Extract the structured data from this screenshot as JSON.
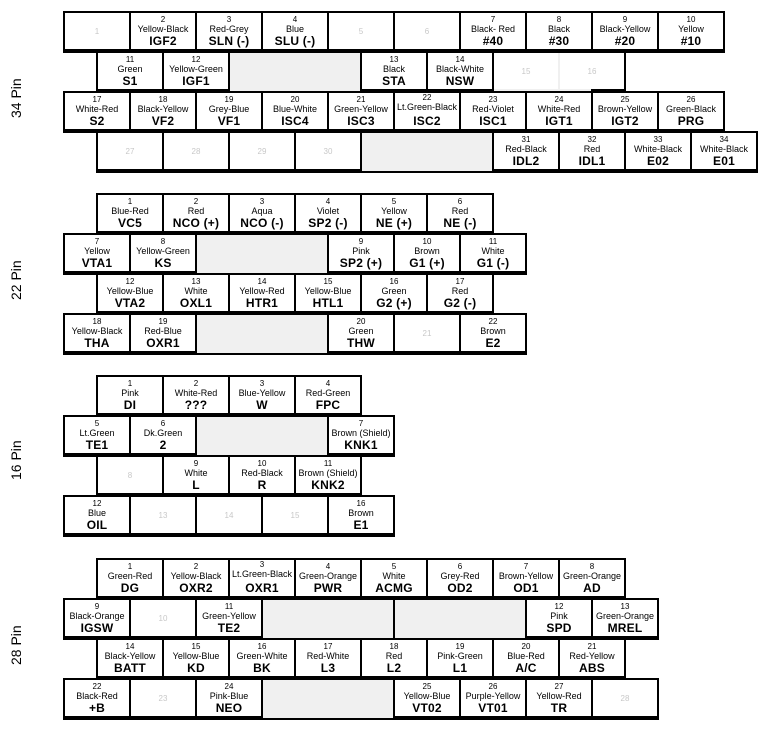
{
  "connectors": [
    {
      "label": "34 Pin",
      "rows": [
        {
          "pins": [
            {
              "n": "1"
            },
            {
              "n": "2",
              "color": "Yellow-Black",
              "code": "IGF2"
            },
            {
              "n": "3",
              "color": "Red-Grey",
              "code": "SLN (-)"
            },
            {
              "n": "4",
              "color": "Blue",
              "code": "SLU (-)"
            },
            {
              "n": "5"
            },
            {
              "n": "6"
            },
            {
              "n": "7",
              "color": "Black- Red",
              "code": "#40"
            },
            {
              "n": "8",
              "color": "Black",
              "code": "#30"
            },
            {
              "n": "9",
              "color": "Black-Yellow",
              "code": "#20"
            },
            {
              "n": "10",
              "color": "Yellow",
              "code": "#10"
            }
          ]
        },
        {
          "pins": [
            {
              "n": "11",
              "color": "Green",
              "code": "S1"
            },
            {
              "n": "12",
              "color": "Yellow-Green",
              "code": "IGF1"
            },
            {
              "n": "13",
              "color": "Black",
              "code": "STA"
            },
            {
              "n": "14",
              "color": "Black-White",
              "code": "NSW"
            },
            {
              "n": "15"
            },
            {
              "n": "16"
            }
          ]
        },
        {
          "pins": [
            {
              "n": "17",
              "color": "White-Red",
              "code": "S2"
            },
            {
              "n": "18",
              "color": "Black-Yellow",
              "code": "VF2"
            },
            {
              "n": "19",
              "color": "Grey-Blue",
              "code": "VF1"
            },
            {
              "n": "20",
              "color": "Blue-White",
              "code": "ISC4"
            },
            {
              "n": "21",
              "color": "Green-Yellow",
              "code": "ISC3"
            },
            {
              "n": "22",
              "color": "Lt.Green-Black",
              "code": "ISC2"
            },
            {
              "n": "23",
              "color": "Red-Violet",
              "code": "ISC1"
            },
            {
              "n": "24",
              "color": "White-Red",
              "code": "IGT1"
            },
            {
              "n": "25",
              "color": "Brown-Yellow",
              "code": "IGT2"
            },
            {
              "n": "26",
              "color": "Green-Black",
              "code": "PRG"
            }
          ]
        },
        {
          "pins": [
            {
              "n": "27"
            },
            {
              "n": "28"
            },
            {
              "n": "29"
            },
            {
              "n": "30"
            },
            {
              "n": "31",
              "color": "Red-Black",
              "code": "IDL2"
            },
            {
              "n": "32",
              "color": "Red",
              "code": "IDL1"
            },
            {
              "n": "33",
              "color": "White-Black",
              "code": "E02"
            },
            {
              "n": "34",
              "color": "White-Black",
              "code": "E01"
            }
          ]
        }
      ]
    },
    {
      "label": "22 Pin",
      "rows": [
        {
          "pins": [
            {
              "n": "1",
              "color": "Blue-Red",
              "code": "VC5"
            },
            {
              "n": "2",
              "color": "Red",
              "code": "NCO (+)"
            },
            {
              "n": "3",
              "color": "Aqua",
              "code": "NCO (-)"
            },
            {
              "n": "4",
              "color": "Violet",
              "code": "SP2 (-)"
            },
            {
              "n": "5",
              "color": "Yellow",
              "code": "NE (+)"
            },
            {
              "n": "6",
              "color": "Red",
              "code": "NE (-)"
            }
          ]
        },
        {
          "pins": [
            {
              "n": "7",
              "color": "Yellow",
              "code": "VTA1"
            },
            {
              "n": "8",
              "color": "Yellow-Green",
              "code": "KS"
            },
            {
              "n": "9",
              "color": "Pink",
              "code": "SP2 (+)"
            },
            {
              "n": "10",
              "color": "Brown",
              "code": "G1 (+)"
            },
            {
              "n": "11",
              "color": "White",
              "code": "G1 (-)"
            }
          ]
        },
        {
          "pins": [
            {
              "n": "12",
              "color": "Yellow-Blue",
              "code": "VTA2"
            },
            {
              "n": "13",
              "color": "White",
              "code": "OXL1"
            },
            {
              "n": "14",
              "color": "Yellow-Red",
              "code": "HTR1"
            },
            {
              "n": "15",
              "color": "Yellow-Blue",
              "code": "HTL1"
            },
            {
              "n": "16",
              "color": "Green",
              "code": "G2 (+)"
            },
            {
              "n": "17",
              "color": "Red",
              "code": "G2 (-)"
            }
          ]
        },
        {
          "pins": [
            {
              "n": "18",
              "color": "Yellow-Black",
              "code": "THA"
            },
            {
              "n": "19",
              "color": "Red-Blue",
              "code": "OXR1"
            },
            {
              "n": "20",
              "color": "Green",
              "code": "THW"
            },
            {
              "n": "21"
            },
            {
              "n": "22",
              "color": "Brown",
              "code": "E2"
            }
          ]
        }
      ]
    },
    {
      "label": "16 Pin",
      "rows": [
        {
          "pins": [
            {
              "n": "1",
              "color": "Pink",
              "code": "DI"
            },
            {
              "n": "2",
              "color": "White-Red",
              "code": "???"
            },
            {
              "n": "3",
              "color": "Blue-Yellow",
              "code": "W"
            },
            {
              "n": "4",
              "color": "Red-Green",
              "code": "FPC"
            }
          ]
        },
        {
          "pins": [
            {
              "n": "5",
              "color": "Lt.Green",
              "code": "TE1"
            },
            {
              "n": "6",
              "color": "Dk.Green",
              "code": "2"
            },
            {
              "n": "7",
              "color": "Brown (Shield)",
              "code": "KNK1"
            }
          ]
        },
        {
          "pins": [
            {
              "n": "8"
            },
            {
              "n": "9",
              "color": "White",
              "code": "L"
            },
            {
              "n": "10",
              "color": "Red-Black",
              "code": "R"
            },
            {
              "n": "11",
              "color": "Brown (Shield)",
              "code": "KNK2"
            }
          ]
        },
        {
          "pins": [
            {
              "n": "12",
              "color": "Blue",
              "code": "OIL"
            },
            {
              "n": "13"
            },
            {
              "n": "14"
            },
            {
              "n": "15"
            },
            {
              "n": "16",
              "color": "Brown",
              "code": "E1"
            }
          ]
        }
      ]
    },
    {
      "label": "28 Pin",
      "rows": [
        {
          "pins": [
            {
              "n": "1",
              "color": "Green-Red",
              "code": "DG"
            },
            {
              "n": "2",
              "color": "Yellow-Black",
              "code": "OXR2"
            },
            {
              "n": "3",
              "color": "Lt.Green-Black",
              "code": "OXR1"
            },
            {
              "n": "4",
              "color": "Green-Orange",
              "code": "PWR"
            },
            {
              "n": "5",
              "color": "White",
              "code": "ACMG"
            },
            {
              "n": "6",
              "color": "Grey-Red",
              "code": "OD2"
            },
            {
              "n": "7",
              "color": "Brown-Yellow",
              "code": "OD1"
            },
            {
              "n": "8",
              "color": "Green-Orange",
              "code": "AD"
            }
          ]
        },
        {
          "pins": [
            {
              "n": "9",
              "color": "Black-Orange",
              "code": "IGSW"
            },
            {
              "n": "10"
            },
            {
              "n": "11",
              "color": "Green-Yellow",
              "code": "TE2"
            },
            {
              "n": "12",
              "color": "Pink",
              "code": "SPD"
            },
            {
              "n": "13",
              "color": "Green-Orange",
              "code": "MREL"
            }
          ]
        },
        {
          "pins": [
            {
              "n": "14",
              "color": "Black-Yellow",
              "code": "BATT"
            },
            {
              "n": "15",
              "color": "Yellow-Blue",
              "code": "KD"
            },
            {
              "n": "16",
              "color": "Green-White",
              "code": "BK"
            },
            {
              "n": "17",
              "color": "Red-White",
              "code": "L3"
            },
            {
              "n": "18",
              "color": "Red",
              "code": "L2"
            },
            {
              "n": "19",
              "color": "Pink-Green",
              "code": "L1"
            },
            {
              "n": "20",
              "color": "Blue-Red",
              "code": "A/C"
            },
            {
              "n": "21",
              "color": "Red-Yellow",
              "code": "ABS"
            }
          ]
        },
        {
          "pins": [
            {
              "n": "22",
              "color": "Black-Red",
              "code": "+B"
            },
            {
              "n": "23"
            },
            {
              "n": "24",
              "color": "Pink-Blue",
              "code": "NEO"
            },
            {
              "n": "25",
              "color": "Yellow-Blue",
              "code": "VT02"
            },
            {
              "n": "26",
              "color": "Purple-Yellow",
              "code": "VT01"
            },
            {
              "n": "27",
              "color": "Yellow-Red",
              "code": "TR"
            },
            {
              "n": "28"
            }
          ]
        }
      ]
    }
  ],
  "colors": {
    "cell": "#ffffff",
    "blank": "#f0f0f0",
    "border": "#000000",
    "unused_number": "#c8c8c8"
  }
}
